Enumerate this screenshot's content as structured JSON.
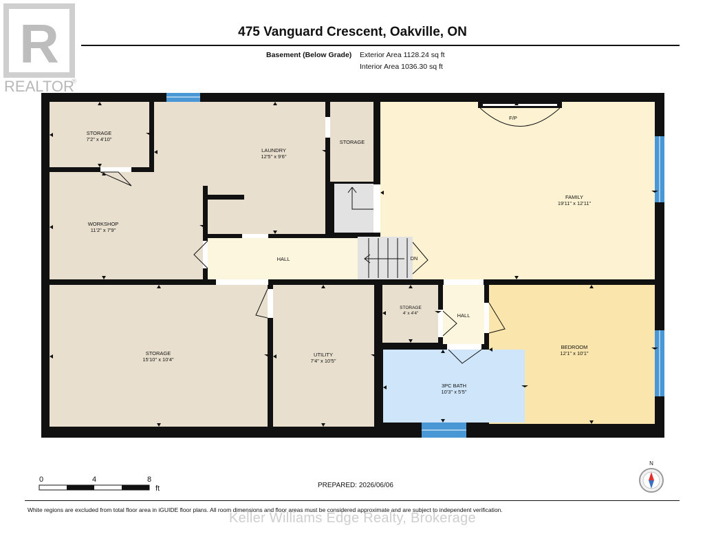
{
  "header": {
    "title": "475 Vanguard Crescent, Oakville, ON",
    "level": "Basement (Below Grade)",
    "exterior_area": "Exterior Area 1128.24 sq ft",
    "interior_area": "Interior Area 1036.30 sq ft"
  },
  "logo": {
    "text": "REALTOR",
    "mark": "®",
    "letter": "R"
  },
  "rooms": [
    {
      "id": "storage-1",
      "name": "STORAGE",
      "dim": "7'2\" x 4'10\""
    },
    {
      "id": "laundry",
      "name": "LAUNDRY",
      "dim": "12'5\" x 9'6\""
    },
    {
      "id": "storage-2",
      "name": "STORAGE",
      "dim": ""
    },
    {
      "id": "family",
      "name": "FAMILY",
      "dim": "19'11\" x 12'11\""
    },
    {
      "id": "fp",
      "name": "F/P",
      "dim": ""
    },
    {
      "id": "workshop",
      "name": "WORKSHOP",
      "dim": "11'2\" x 7'9\""
    },
    {
      "id": "hall-1",
      "name": "HALL",
      "dim": ""
    },
    {
      "id": "dn",
      "name": "DN",
      "dim": ""
    },
    {
      "id": "storage-3",
      "name": "STORAGE",
      "dim": "15'10\" x 10'4\""
    },
    {
      "id": "utility",
      "name": "UTILITY",
      "dim": "7'4\" x 10'5\""
    },
    {
      "id": "storage-4",
      "name": "STORAGE",
      "dim": "4' x 4'4\""
    },
    {
      "id": "hall-2",
      "name": "HALL",
      "dim": ""
    },
    {
      "id": "bath",
      "name": "3PC BATH",
      "dim": "10'3\" x 5'5\""
    },
    {
      "id": "bedroom",
      "name": "BEDROOM",
      "dim": "12'1\" x 10'1\""
    }
  ],
  "colors": {
    "wall": "#111111",
    "storage": "#e9dfcf",
    "hall": "#fbf6dd",
    "family": "#fdf3d2",
    "bedroom": "#fae5ad",
    "bath": "#cfe6fa",
    "stair": "#e2e2e2",
    "window": "#4a97d6"
  },
  "scale": {
    "labels": [
      "0",
      "4",
      "8"
    ],
    "unit": "ft"
  },
  "prepared": "PREPARED: 2026/06/06",
  "compass": {
    "label": "N"
  },
  "footer": "White regions are excluded from total floor area in iGUIDE floor plans. All room dimensions and floor areas must be considered approximate and are subject to independent verification.",
  "watermark": "Keller Williams Edge Realty, Brokerage"
}
